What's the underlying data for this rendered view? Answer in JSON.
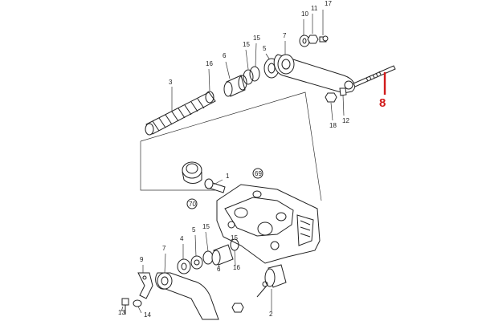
{
  "highlight": {
    "label": "8",
    "color": "#d11a1a"
  },
  "callouts": [
    "17",
    "10",
    "11",
    "7",
    "15",
    "15",
    "6",
    "16",
    "5",
    "3",
    "18",
    "12",
    "1",
    "69",
    "70",
    "9",
    "7",
    "4",
    "15",
    "5",
    "15",
    "6",
    "16",
    "13",
    "14",
    "2"
  ],
  "callout_style": [
    "plain",
    "plain",
    "plain",
    "plain",
    "plain",
    "plain",
    "plain",
    "plain",
    "plain",
    "plain",
    "plain",
    "plain",
    "plain",
    "circled",
    "circled",
    "plain",
    "plain",
    "plain",
    "plain",
    "plain",
    "plain",
    "plain",
    "plain",
    "plain",
    "plain",
    "plain"
  ]
}
